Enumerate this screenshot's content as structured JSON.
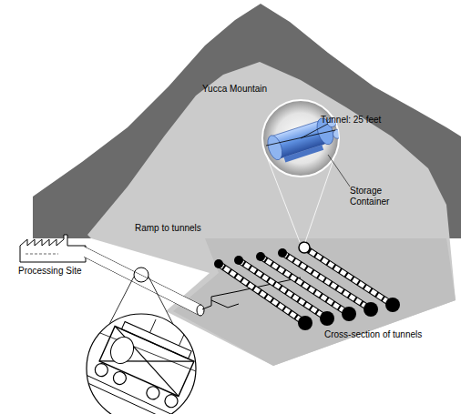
{
  "diagram": {
    "labels": [
      "Yucca Mountain",
      "Tunnel: 25 feet",
      "Storage Container",
      "Processing Site",
      "Ramp to tunnels",
      "Cross-section of tunnels"
    ]
  }
}
